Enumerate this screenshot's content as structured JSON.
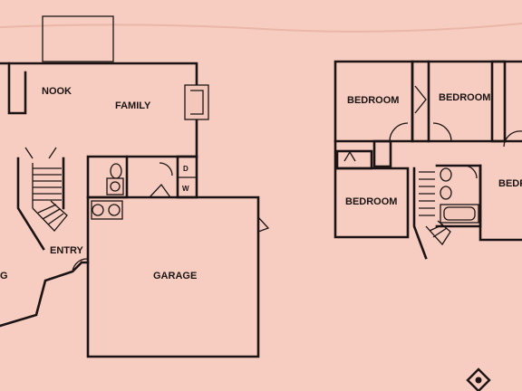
{
  "ground_floor": {
    "rooms": {
      "nook": "NOOK",
      "family": "FAMILY",
      "entry": "ENTRY",
      "garage": "GARAGE",
      "partial_left": "G"
    },
    "laundry_marks": {
      "dryer": "D",
      "washer": "W"
    }
  },
  "upper_floor": {
    "rooms": {
      "bedroom_1": "BEDROOM",
      "bedroom_2": "BEDROOM",
      "bedroom_3": "BEDROOM",
      "bedroom_partial": "BEDF"
    }
  },
  "colors": {
    "paper": "#f6cdc0",
    "ink": "#1c1414"
  },
  "icons": {
    "north_marker": "compass-diamond-icon"
  }
}
